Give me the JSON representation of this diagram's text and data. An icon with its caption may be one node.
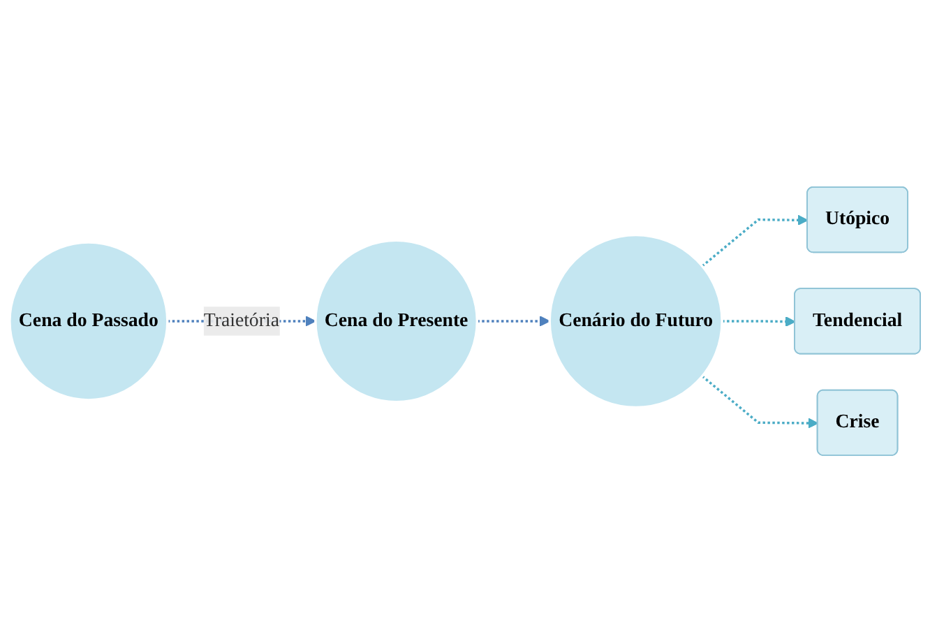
{
  "diagram": {
    "nodes": [
      {
        "text": [
          "Cena do Passado"
        ]
      },
      {
        "text": [
          "Cena do Presente"
        ]
      },
      {
        "text": [
          "Cenário do Futuro"
        ]
      },
      {
        "text": [
          "Utópico"
        ]
      },
      {
        "text": [
          "Tendencial"
        ]
      },
      {
        "text": [
          "Crise"
        ]
      }
    ],
    "edges": [
      {
        "from": 0,
        "to": 1,
        "arrow": "to",
        "label": "Traietória",
        "style": "dashed",
        "color": "#4f81bd"
      },
      {
        "from": 1,
        "to": 2,
        "arrow": "to",
        "style": "dashed",
        "color": "#4f81bd"
      },
      {
        "from": 2,
        "to": 3,
        "arrow": "to",
        "style": "dashed"
      },
      {
        "from": 2,
        "to": 4,
        "arrow": "to",
        "style": "dashed"
      },
      {
        "from": 2,
        "to": 5,
        "arrow": "to",
        "style": "dashed"
      }
    ]
  }
}
